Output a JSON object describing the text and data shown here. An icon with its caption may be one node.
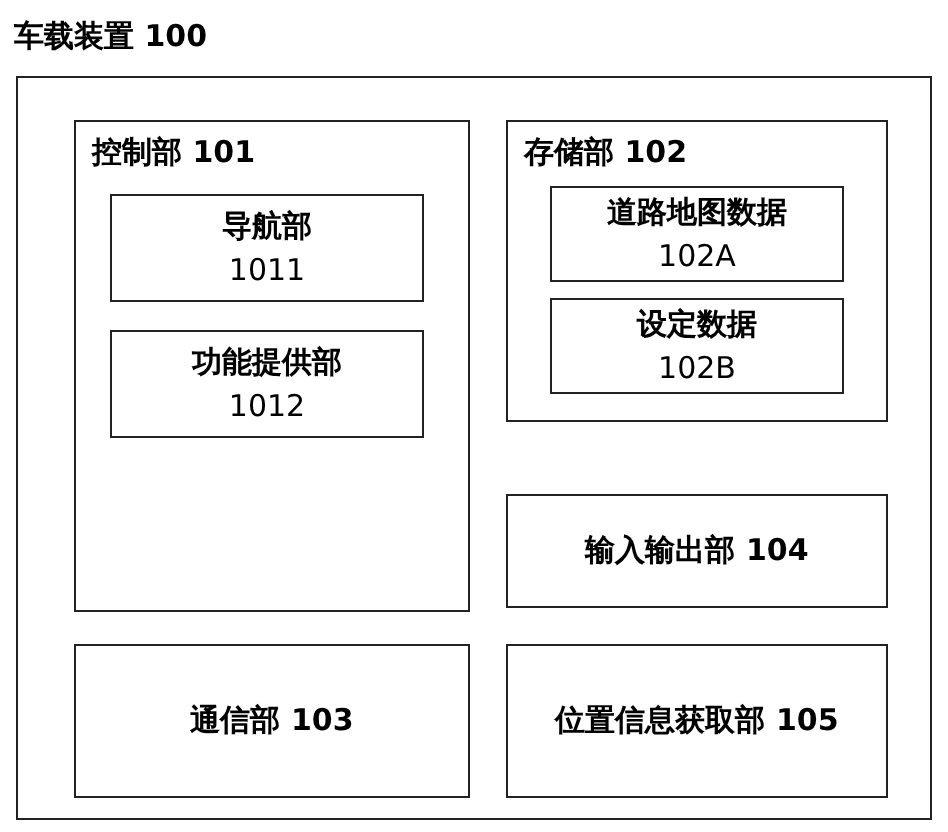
{
  "diagram": {
    "nodes": [
      {
        "text": [
          "车载装置 100"
        ]
      },
      {
        "text": [
          "控制部 101"
        ],
        "in": 0
      },
      {
        "text": [
          "导航部",
          "1011"
        ],
        "in": 1
      },
      {
        "text": [
          "功能提供部",
          "1012"
        ],
        "in": 1
      },
      {
        "text": [
          "存储部 102"
        ],
        "in": 0
      },
      {
        "text": [
          "道路地图数据",
          "102A"
        ],
        "in": 4
      },
      {
        "text": [
          "设定数据",
          "102B"
        ],
        "in": 4
      },
      {
        "text": [
          "输入输出部 104"
        ],
        "in": 0
      },
      {
        "text": [
          "通信部 103"
        ],
        "in": 0
      },
      {
        "text": [
          "位置信息获取部 105"
        ],
        "in": 0
      }
    ]
  }
}
